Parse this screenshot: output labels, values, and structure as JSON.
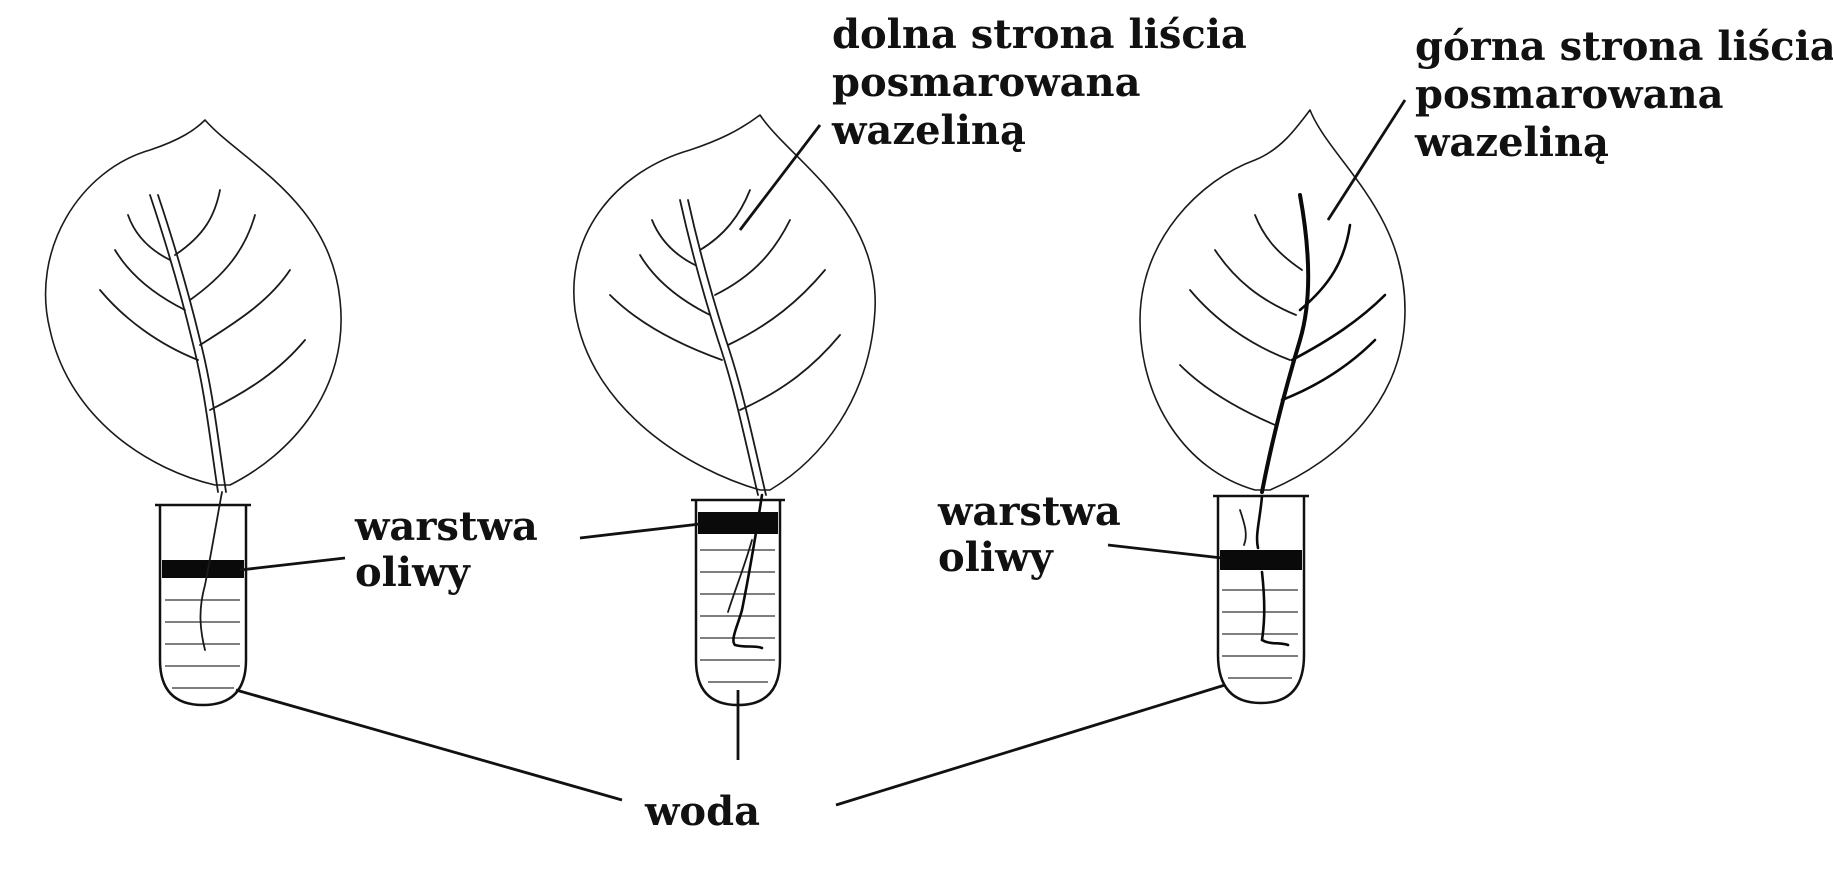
{
  "labels": {
    "oil_layer_left": [
      "warstwa",
      "oliwy"
    ],
    "oil_layer_right": [
      "warstwa",
      "oliwy"
    ],
    "lower_side": [
      "dolna strona liścia",
      "posmarowana",
      "wazeliną"
    ],
    "upper_side": [
      "górna strona liścia",
      "posmarowana",
      "wazeliną"
    ],
    "water": "woda"
  }
}
